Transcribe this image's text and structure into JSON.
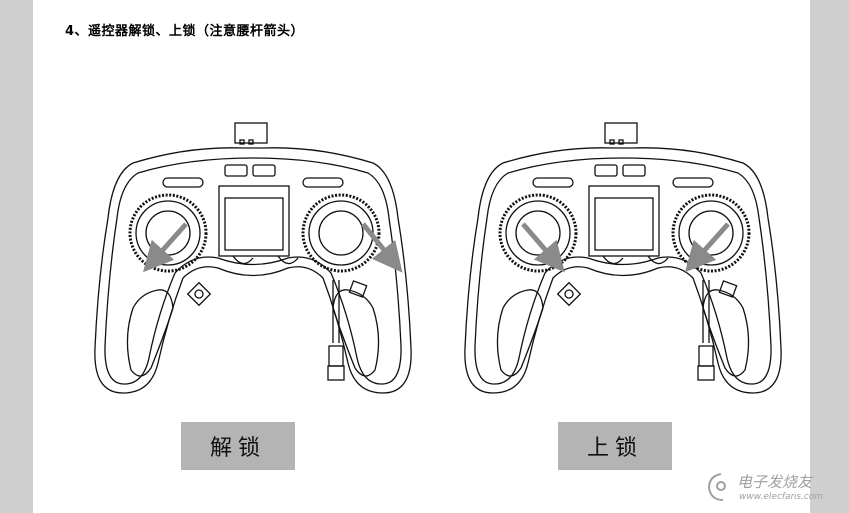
{
  "heading": "4、遥控器解锁、上锁（注意腰杆箭头）",
  "diagrams": {
    "unlock": {
      "label": "解锁",
      "arrow_direction": "outward-down"
    },
    "lock": {
      "label": "上锁",
      "arrow_direction": "inward-down"
    }
  },
  "watermark": {
    "text_cn": "电子发烧友",
    "url": "www.elecfans.com"
  },
  "colors": {
    "arrow": "#8a8a8a",
    "label_bg": "#b4b4b4",
    "side_margin": "#cfcfcf",
    "outline": "#111111"
  }
}
